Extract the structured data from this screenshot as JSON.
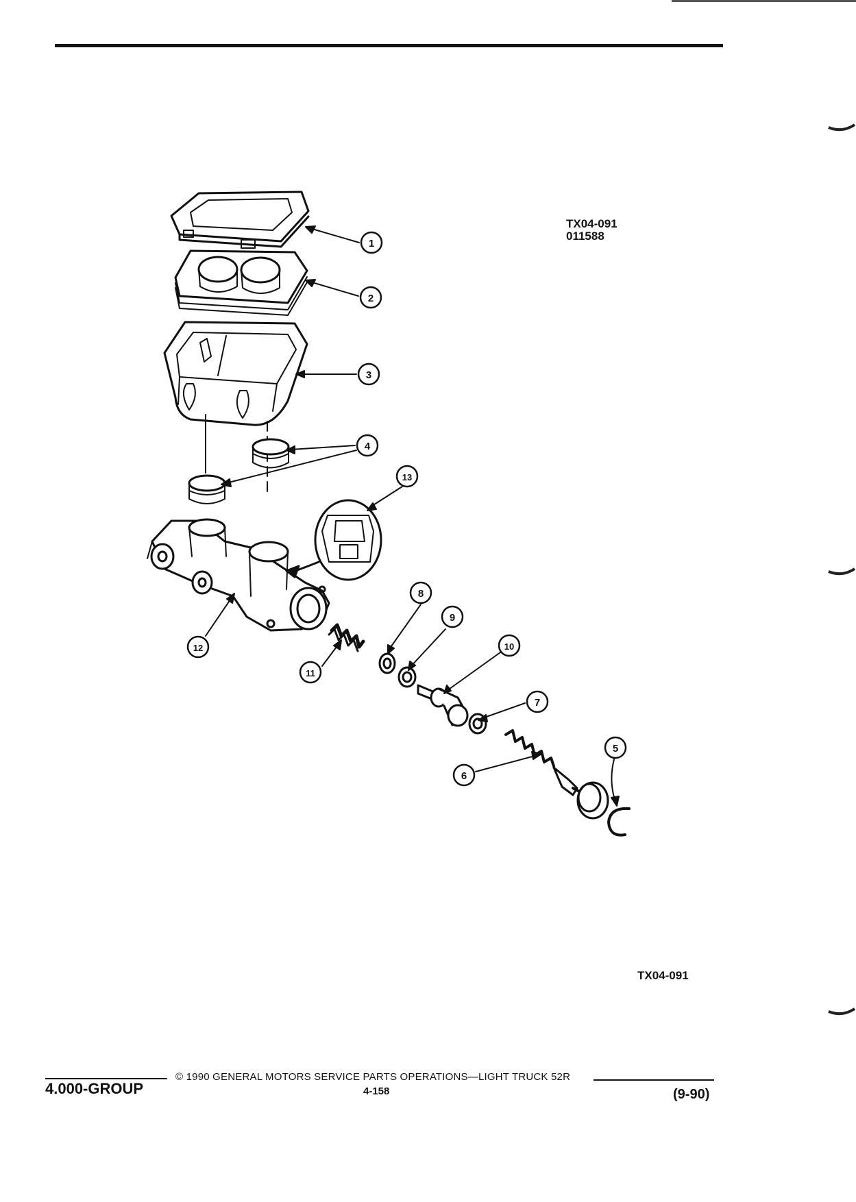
{
  "figure": {
    "id": "TX04-091",
    "code": "011588",
    "bottom_id": "TX04-091"
  },
  "callouts": [
    "1",
    "2",
    "3",
    "4",
    "5",
    "6",
    "7",
    "8",
    "9",
    "10",
    "11",
    "12",
    "13"
  ],
  "footer": {
    "group": "4.000-GROUP",
    "copyright": "© 1990 GENERAL MOTORS SERVICE PARTS OPERATIONS—LIGHT TRUCK 52R",
    "page": "4-158",
    "date": "(9-90)"
  }
}
